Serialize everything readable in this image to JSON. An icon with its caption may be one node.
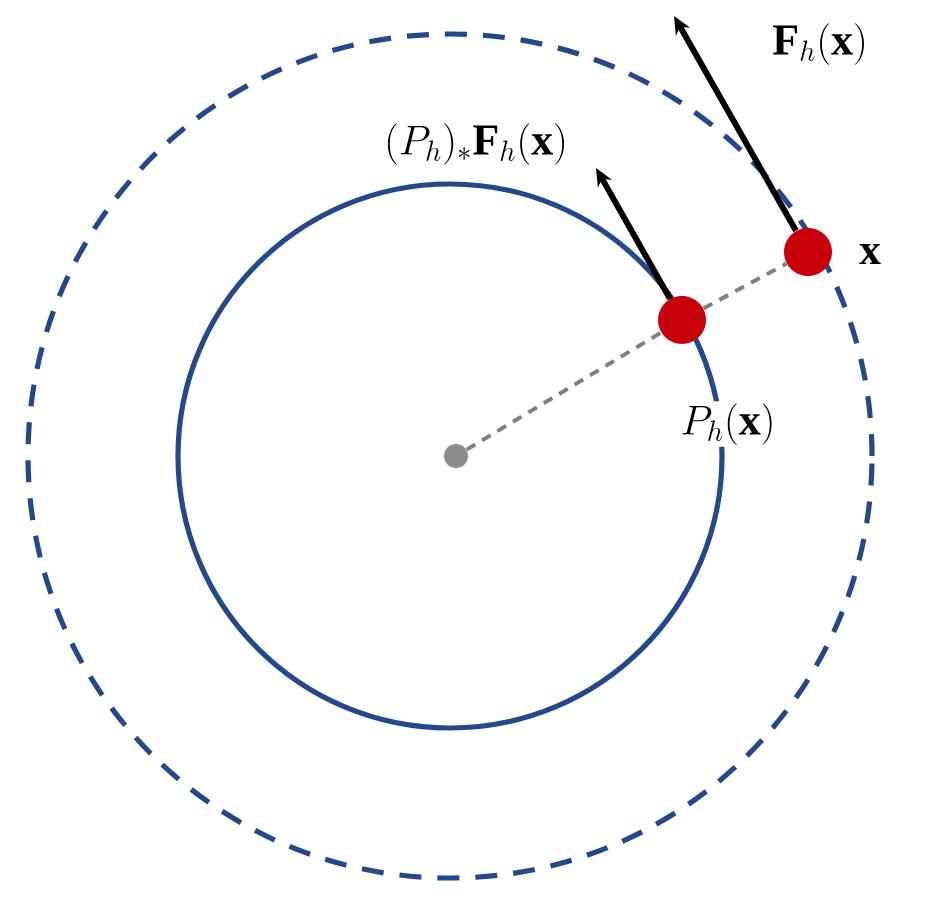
{
  "diagram": {
    "nodes": [
      {
        "text": [],
        "shape": "circle"
      },
      {
        "text": [],
        "shape": "circle",
        "beside": [
          "P_h(\\mathbf{x})"
        ]
      },
      {
        "text": [],
        "shape": "circle",
        "beside": [
          "\\mathbf{x}"
        ]
      }
    ],
    "edges": [
      {
        "from": 0,
        "to": 1,
        "arrow": "none",
        "style": "dashed",
        "color": "#808080"
      },
      {
        "from": 1,
        "to": 2,
        "arrow": "none",
        "style": "dashed",
        "color": "#808080"
      },
      {
        "from": 1,
        "to": null,
        "arrow": "to",
        "color": "#000000",
        "label": "(P_h)_*\\mathbf{F}_h(\\mathbf{x})"
      },
      {
        "from": 2,
        "to": null,
        "arrow": "to",
        "color": "#000000",
        "label": "\\mathbf{F}_h(\\mathbf{x})"
      }
    ]
  }
}
